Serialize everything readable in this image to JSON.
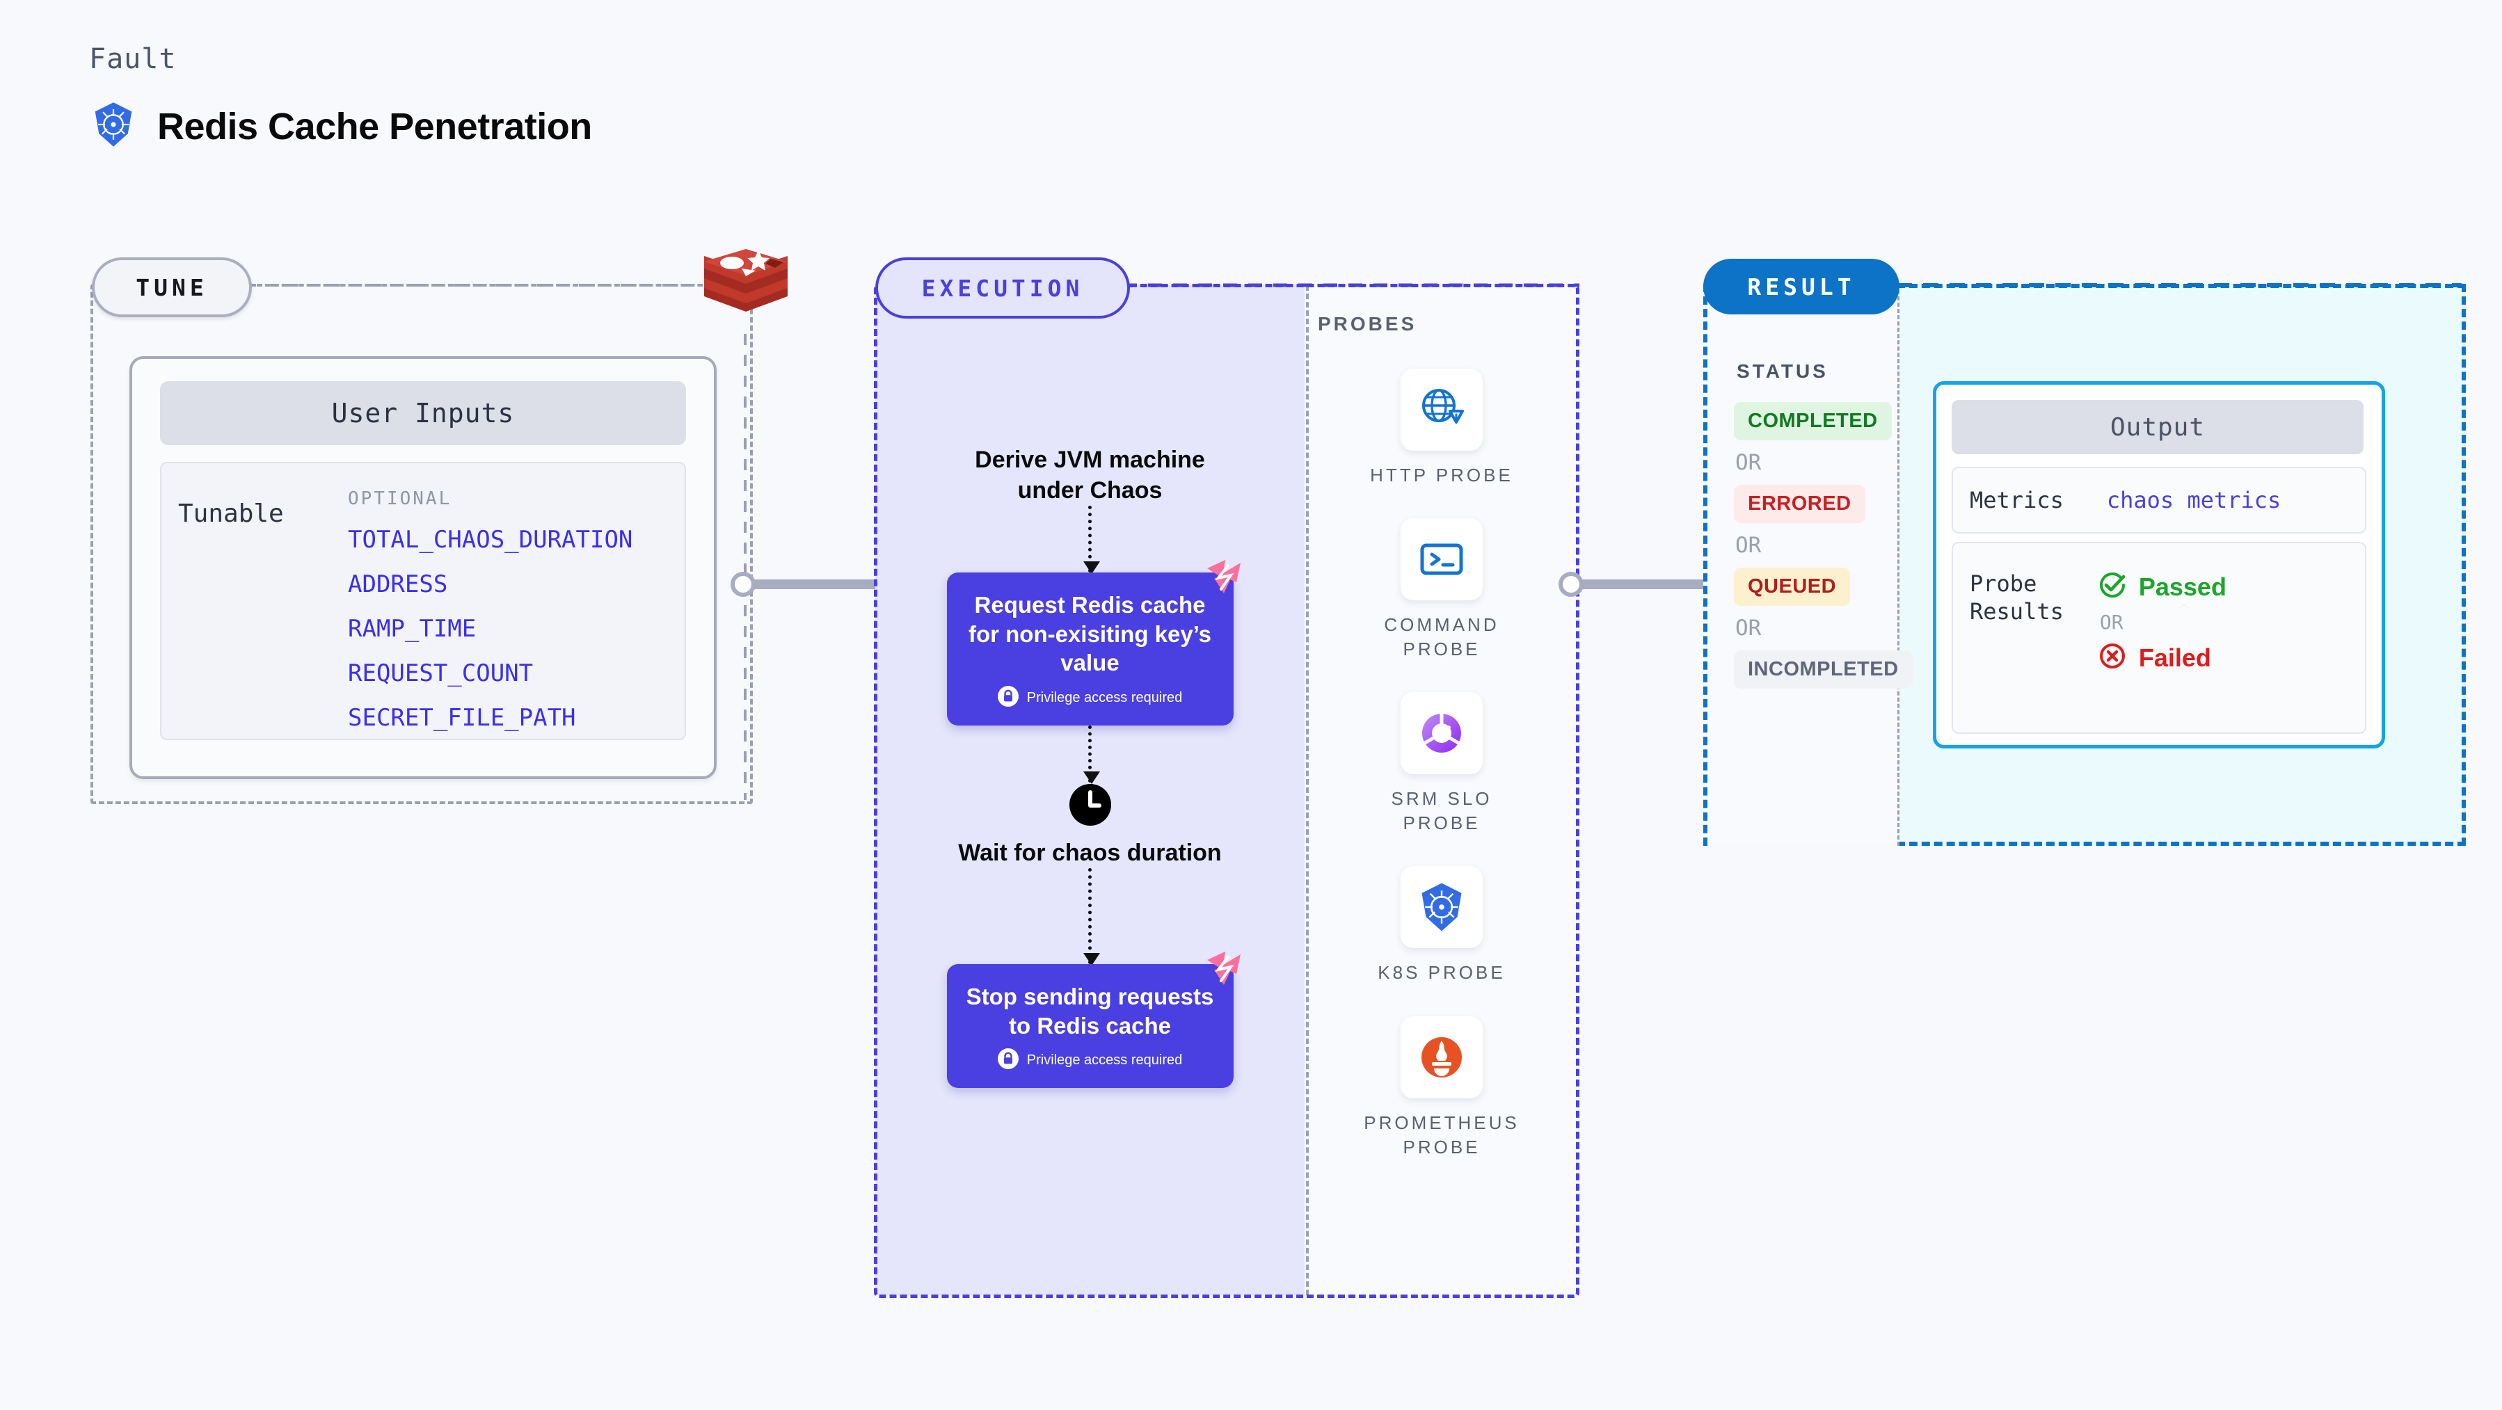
{
  "header": {
    "eyebrow": "Fault",
    "title": "Redis Cache Penetration",
    "icon": "kubernetes-icon"
  },
  "stages": {
    "tune": "TUNE",
    "execution": "EXECUTION",
    "result": "RESULT"
  },
  "tune": {
    "card_title": "User Inputs",
    "row_label": "Tunable",
    "optional_label": "OPTIONAL",
    "tunables": [
      "TOTAL_CHAOS_DURATION",
      "ADDRESS",
      "RAMP_TIME",
      "REQUEST_COUNT",
      "SECRET_FILE_PATH"
    ],
    "lane_icon": "redis-icon"
  },
  "execution": {
    "steps": [
      {
        "type": "text",
        "label": "Derive JVM machine under Chaos"
      },
      {
        "type": "action",
        "label": "Request Redis cache for non-exisiting key’s value",
        "privilege": "Privilege access required",
        "badge": "chaos-badge-icon"
      },
      {
        "type": "wait",
        "icon": "clock-icon",
        "label": "Wait for chaos duration"
      },
      {
        "type": "action",
        "label": "Stop sending requests to Redis cache",
        "privilege": "Privilege access required",
        "badge": "chaos-badge-icon"
      }
    ]
  },
  "probes": {
    "label": "PROBES",
    "items": [
      {
        "label": "HTTP PROBE",
        "icon": "http-probe-icon"
      },
      {
        "label": "COMMAND\nPROBE",
        "icon": "command-probe-icon"
      },
      {
        "label": "SRM SLO\nPROBE",
        "icon": "srm-slo-probe-icon"
      },
      {
        "label": "K8S PROBE",
        "icon": "k8s-probe-icon"
      },
      {
        "label": "PROMETHEUS\nPROBE",
        "icon": "prometheus-probe-icon"
      }
    ]
  },
  "result": {
    "status_label": "STATUS",
    "or_label": "OR",
    "statuses": [
      {
        "label": "COMPLETED",
        "bg": "#dff5e1",
        "fg": "#107a24"
      },
      {
        "label": "ERRORED",
        "bg": "#fdeaea",
        "fg": "#c92020"
      },
      {
        "label": "QUEUED",
        "bg": "#fdf0cd",
        "fg": "#ad1f1f"
      },
      {
        "label": "INCOMPLETED",
        "bg": "#f1f2f6",
        "fg": "#5f6679"
      }
    ],
    "output": {
      "title": "Output",
      "metrics_key": "Metrics",
      "metrics_value": "chaos metrics",
      "probe_results_key": "Probe\nResults",
      "passed_label": "Passed",
      "failed_label": "Failed",
      "or_label": "OR"
    }
  },
  "colors": {
    "accent_purple": "#4a3fe0",
    "accent_blue": "#0d73c7",
    "accent_cyan": "#14a3e8",
    "pink_badge": "#fb6f9c",
    "canvas": "#f7f9fc"
  }
}
